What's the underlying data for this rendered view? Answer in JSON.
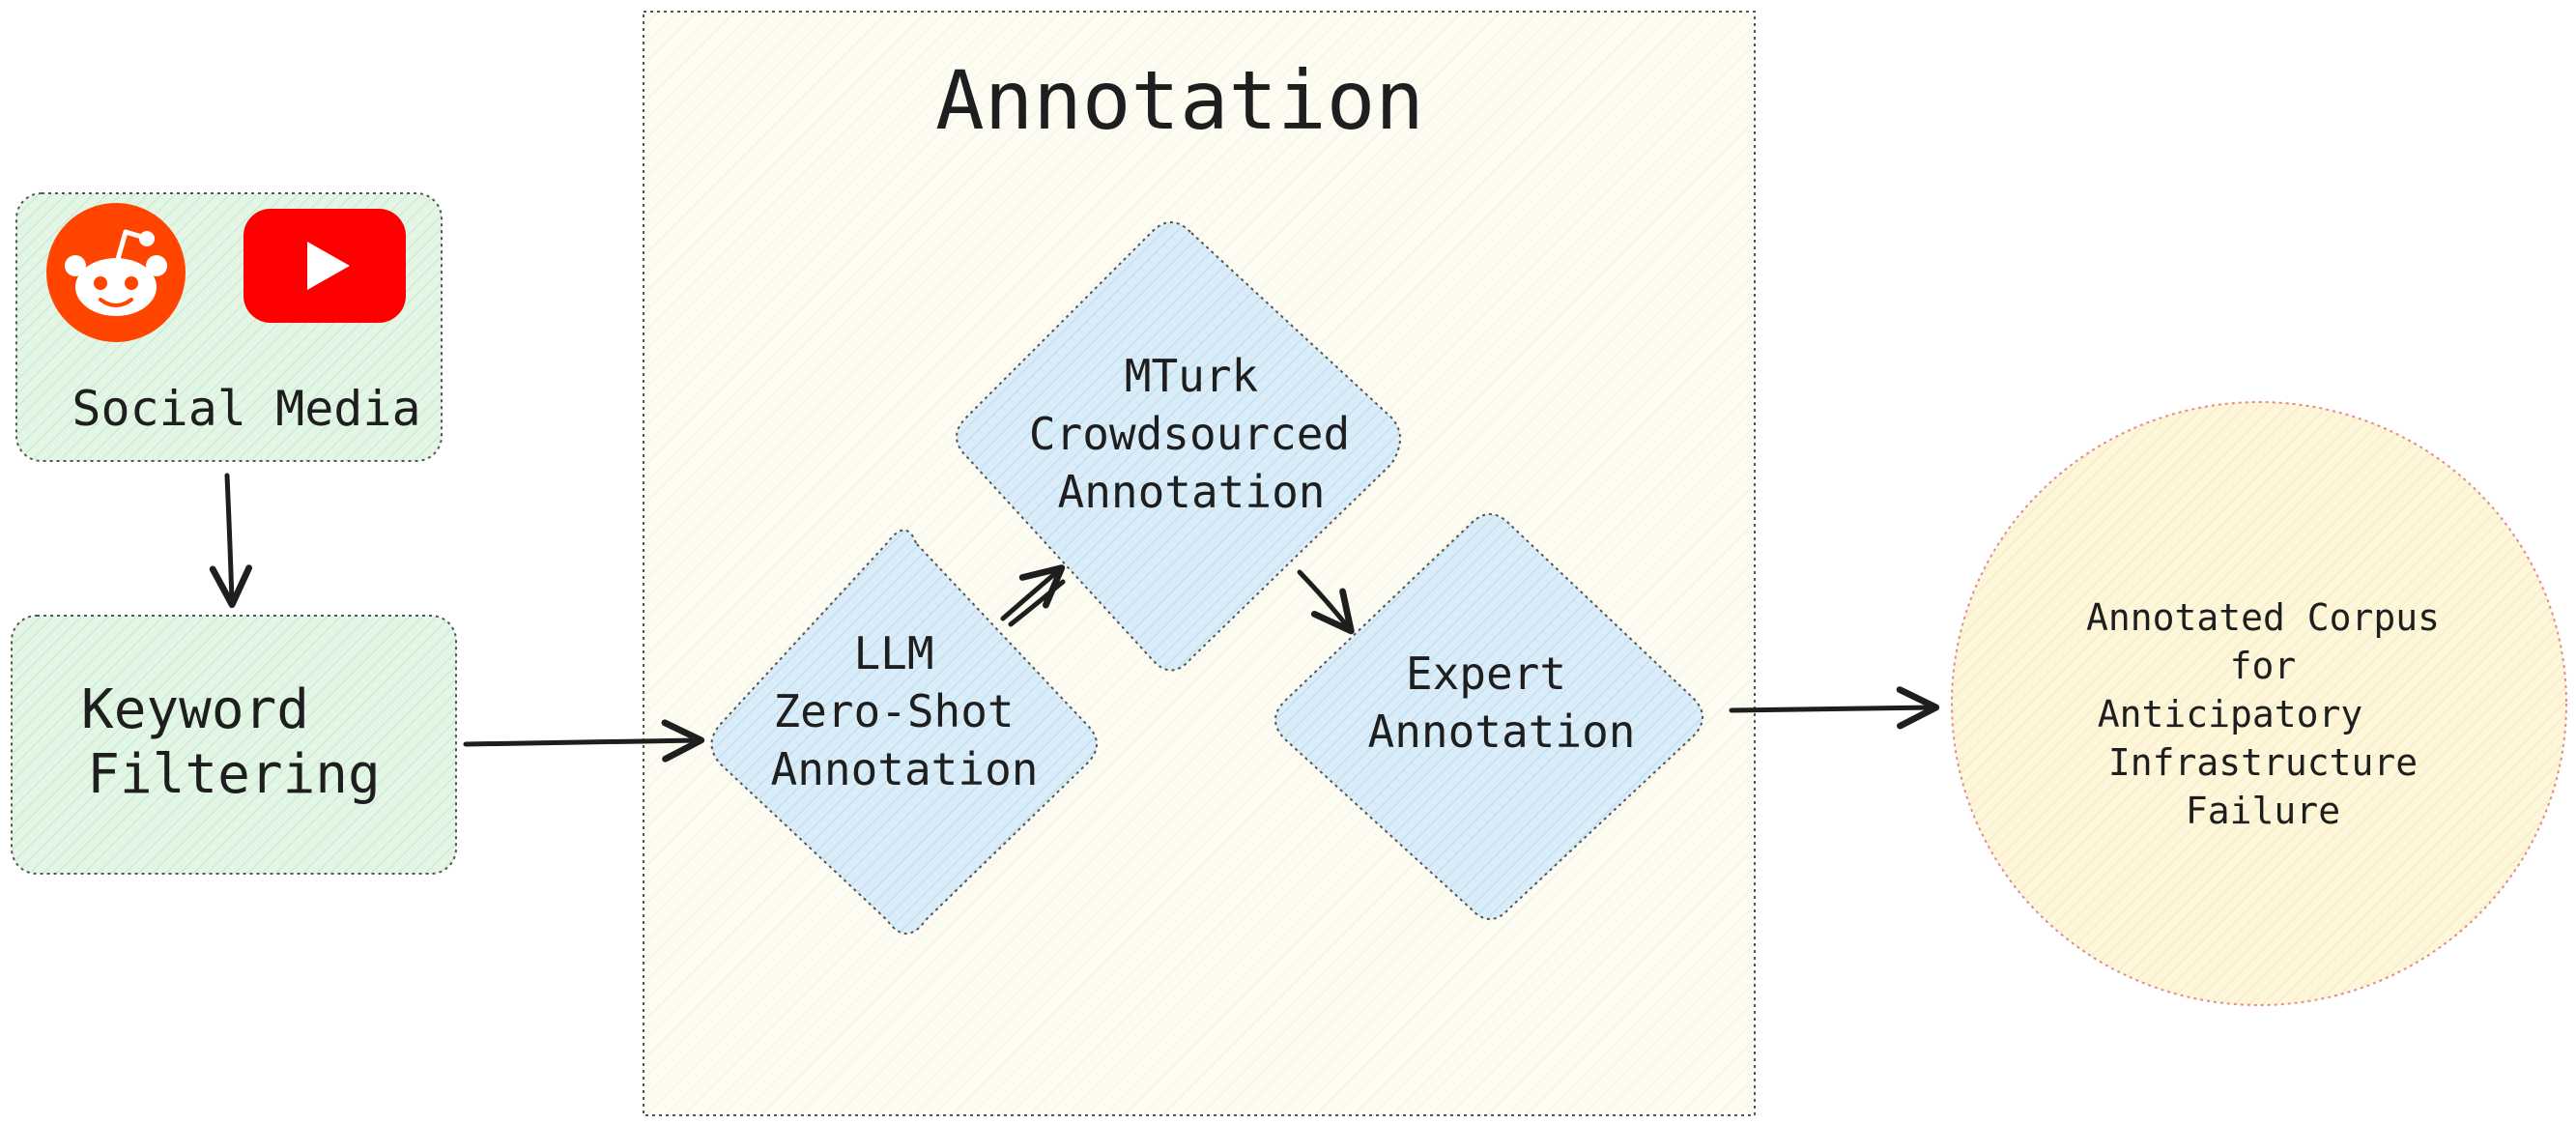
{
  "annotation_group": {
    "title": "Annotation"
  },
  "source": {
    "label": "Social Media",
    "icons": [
      "reddit-icon",
      "youtube-icon"
    ]
  },
  "filter": {
    "lines": [
      "Keyword",
      "Filtering"
    ]
  },
  "llm_step": {
    "lines": [
      "LLM",
      "Zero-Shot",
      "Annotation"
    ]
  },
  "mturk_step": {
    "lines": [
      "MTurk",
      "Crowdsourced",
      "Annotation"
    ]
  },
  "expert_step": {
    "lines": [
      "Expert",
      "Annotation"
    ]
  },
  "output": {
    "lines": [
      "Annotated Corpus",
      "for",
      "Anticipatory",
      "Infrastructure",
      "Failure"
    ]
  },
  "colors": {
    "green_fill": "#e3f6e6",
    "blue_fill": "#d9ecf8",
    "cream_fill": "#fdfcf3",
    "yellow_fill": "#fdf6da",
    "reddit": "#ff4500",
    "youtube": "#ff0000",
    "ink": "#1e1e1e"
  }
}
